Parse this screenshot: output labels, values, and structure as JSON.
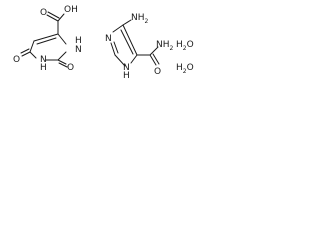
{
  "orotic_acid": {
    "oh": "OH",
    "o_carboxyl": "O",
    "nh_top": "H",
    "n_top": "N",
    "nh_bottom": "H",
    "n_bottom": "N",
    "o_left": "O",
    "o_right": "O"
  },
  "aica": {
    "nh2_n": "NH",
    "nh2_sub": "2",
    "n_ring_top": "N",
    "nh_ring": "H",
    "n_ring_bottom": "N",
    "amide_nh2_n": "NH",
    "amide_nh2_sub": "2",
    "amide_o": "O"
  },
  "waters": [
    {
      "h": "H",
      "sub": "2",
      "o": "O"
    },
    {
      "h": "H",
      "sub": "2",
      "o": "O"
    }
  ]
}
